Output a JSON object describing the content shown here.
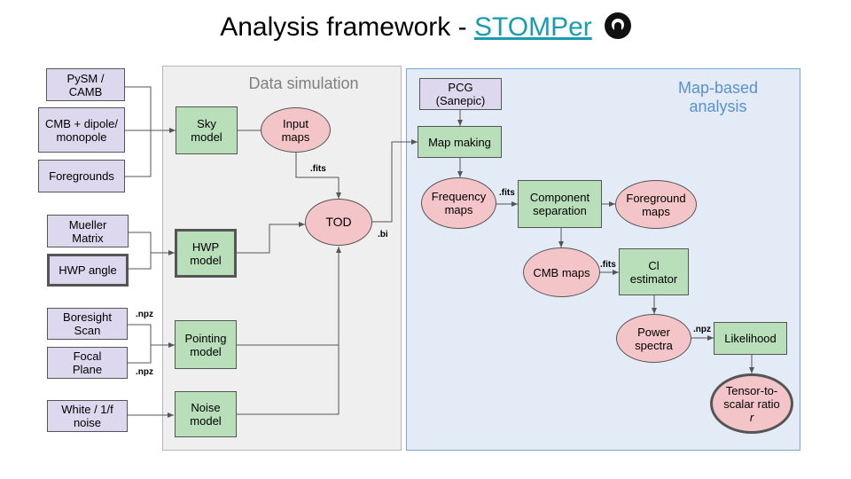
{
  "title": {
    "text": "Analysis framework - ",
    "link": "STOMPer",
    "icon": "github-icon"
  },
  "panels": {
    "simulation": {
      "label": "Data simulation",
      "bg": "#efefef",
      "border": "#b7b7b7",
      "label_color": "#7f7f7f"
    },
    "analysis": {
      "label": "Map-based\nanalysis",
      "bg": "#e3ecf6",
      "border": "#7aa7cf",
      "label_color": "#5b8fd1"
    }
  },
  "nodes": {
    "pysm": "PySM /\nCAMB",
    "cmb_dipole": "CMB + dipole/\nmonopole",
    "foregrounds": "Foregrounds",
    "mueller": "Mueller\nMatrix",
    "hwp_angle": "HWP angle",
    "boresight": "Boresight\nScan",
    "focal_plane": "Focal\nPlane",
    "white_noise": "White / 1/f\nnoise",
    "sky_model": "Sky\nmodel",
    "input_maps": "Input\nmaps",
    "hwp_model": "HWP\nmodel",
    "tod": "TOD",
    "pointing_model": "Pointing\nmodel",
    "noise_model": "Noise\nmodel",
    "pcg": "PCG\n(Sanepic)",
    "map_making": "Map making",
    "frequency_maps": "Frequency\nmaps",
    "component_separation": "Component\nseparation",
    "foreground_maps": "Foreground\nmaps",
    "cmb_maps": "CMB maps",
    "cl_estimator": "Cl\nestimator",
    "power_spectra": "Power\nspectra",
    "likelihood": "Likelihood",
    "tensor_ratio": "Tensor-to-\nscalar ratio\nr"
  },
  "file_tags": {
    "fits_input": ".fits",
    "bi_tod": ".bi",
    "fits_freq": ".fits",
    "fits_cmb": ".fits",
    "npz_power": ".npz",
    "npz_boresight": ".npz",
    "npz_focal": ".npz"
  },
  "colors": {
    "input_fill": "#ddd8ee",
    "process_fill": "#b8dfba",
    "data_fill": "#f4c5c8",
    "link": "#1a9cb0",
    "wire": "#555555"
  }
}
